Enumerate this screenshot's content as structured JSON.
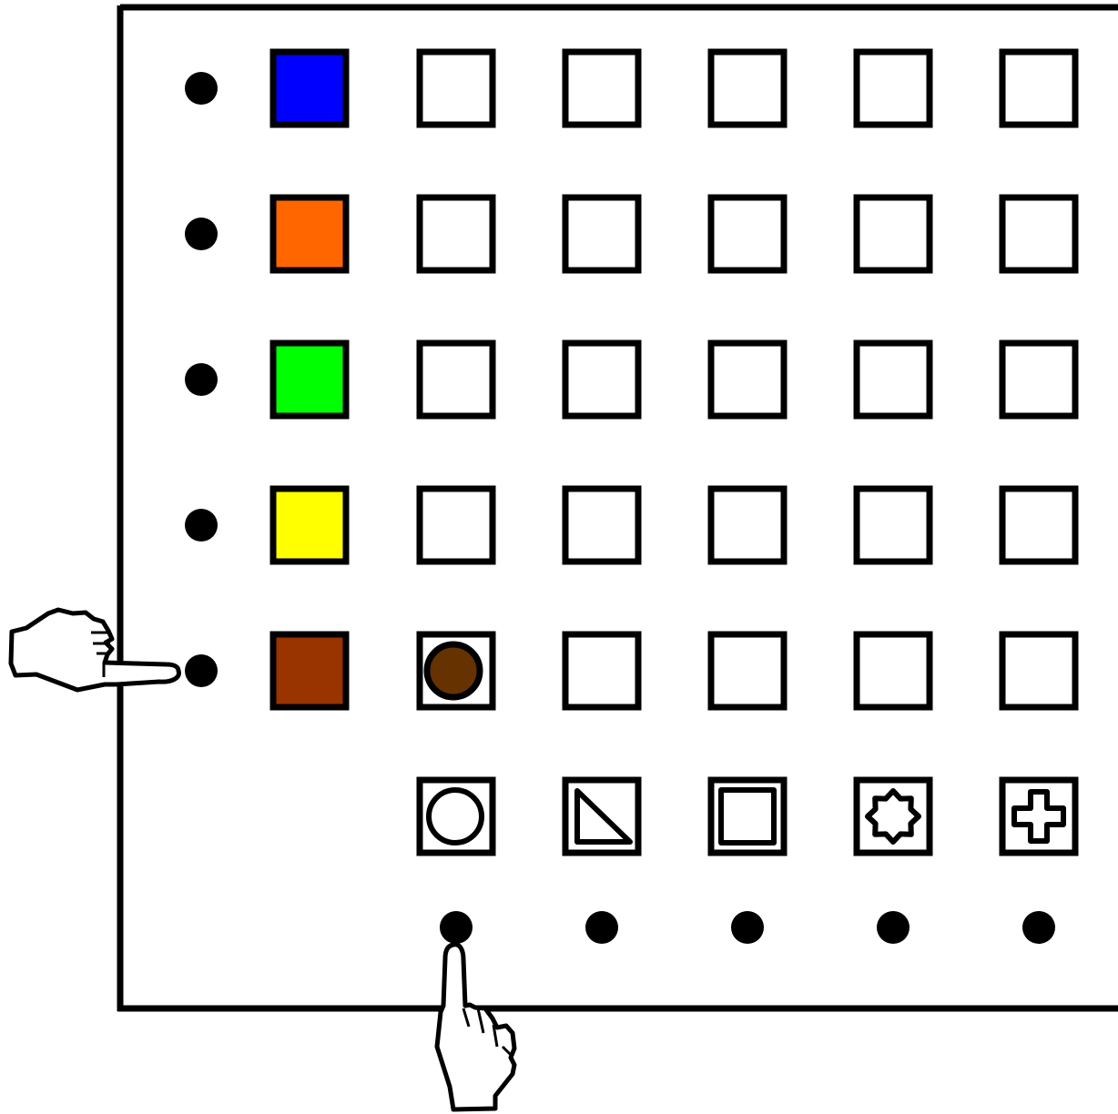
{
  "grid": {
    "rows": 5,
    "cols": 5,
    "row_colors": [
      {
        "name": "blue",
        "hex": "#0000FF"
      },
      {
        "name": "orange",
        "hex": "#FF6600"
      },
      {
        "name": "green",
        "hex": "#00FF00"
      },
      {
        "name": "yellow",
        "hex": "#FFFF00"
      },
      {
        "name": "brown",
        "hex": "#993300"
      }
    ],
    "column_shapes": [
      "circle",
      "right-triangle",
      "square",
      "octagram-star",
      "cross"
    ],
    "filled_cells": [
      {
        "row": 5,
        "col": 1,
        "shape": "circle",
        "fill": "#663300"
      }
    ]
  },
  "pointers": {
    "row_pointer": {
      "target_row": 5,
      "icon": "pointing-hand-icon"
    },
    "column_pointer": {
      "target_col": 1,
      "icon": "pointing-hand-icon"
    }
  },
  "colors": {
    "stroke": "#000000",
    "background": "#FFFFFF"
  }
}
